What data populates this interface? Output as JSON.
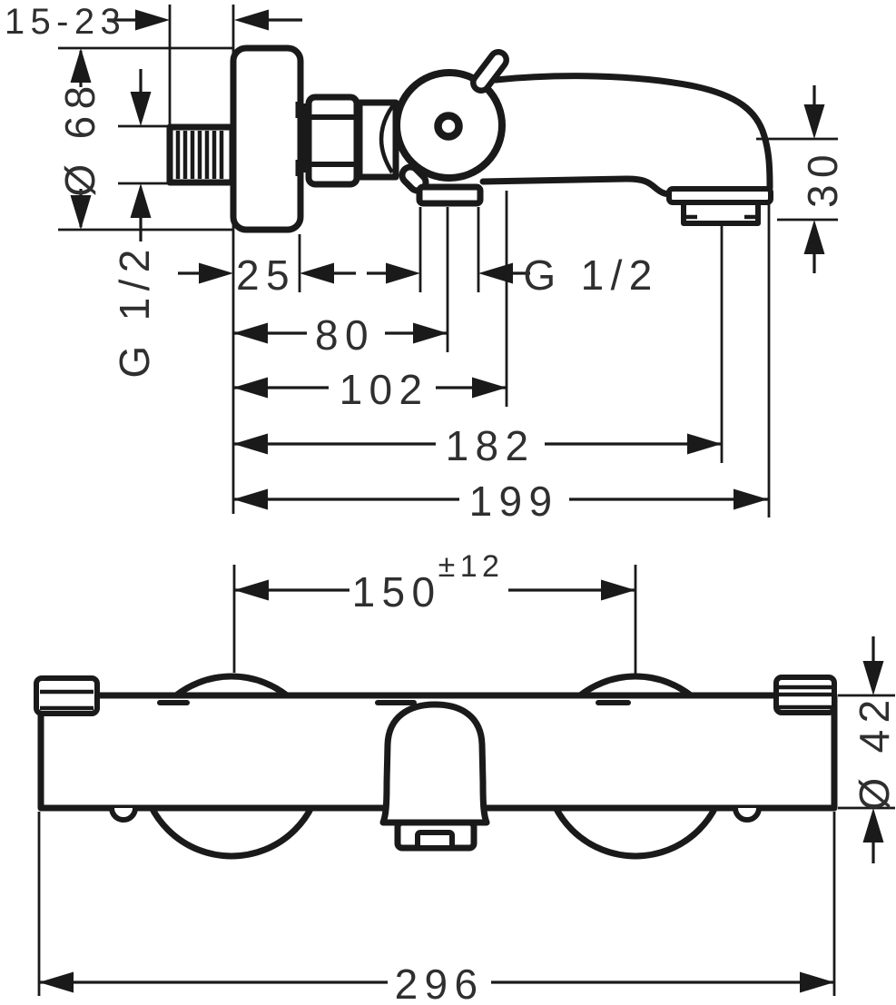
{
  "colors": {
    "background": "#ffffff",
    "line": "#1a1a1a",
    "text": "#2f2f2f"
  },
  "side_view": {
    "labels": {
      "wall_depth_range": "15-23",
      "escutcheon_diameter": "Ø 68",
      "inlet_thread": "G 1/2",
      "escutcheon_depth": "25",
      "outlet_thread": "G 1/2",
      "wall_to_handle_center": "80",
      "wall_to_spout_connection": "102",
      "wall_to_aerator_center": "182",
      "total_projection": "199",
      "spout_end_height": "30"
    }
  },
  "front_view": {
    "labels": {
      "connection_spacing": "150",
      "connection_spacing_tolerance": "±12",
      "body_diameter": "Ø 42",
      "overall_width": "296"
    }
  }
}
